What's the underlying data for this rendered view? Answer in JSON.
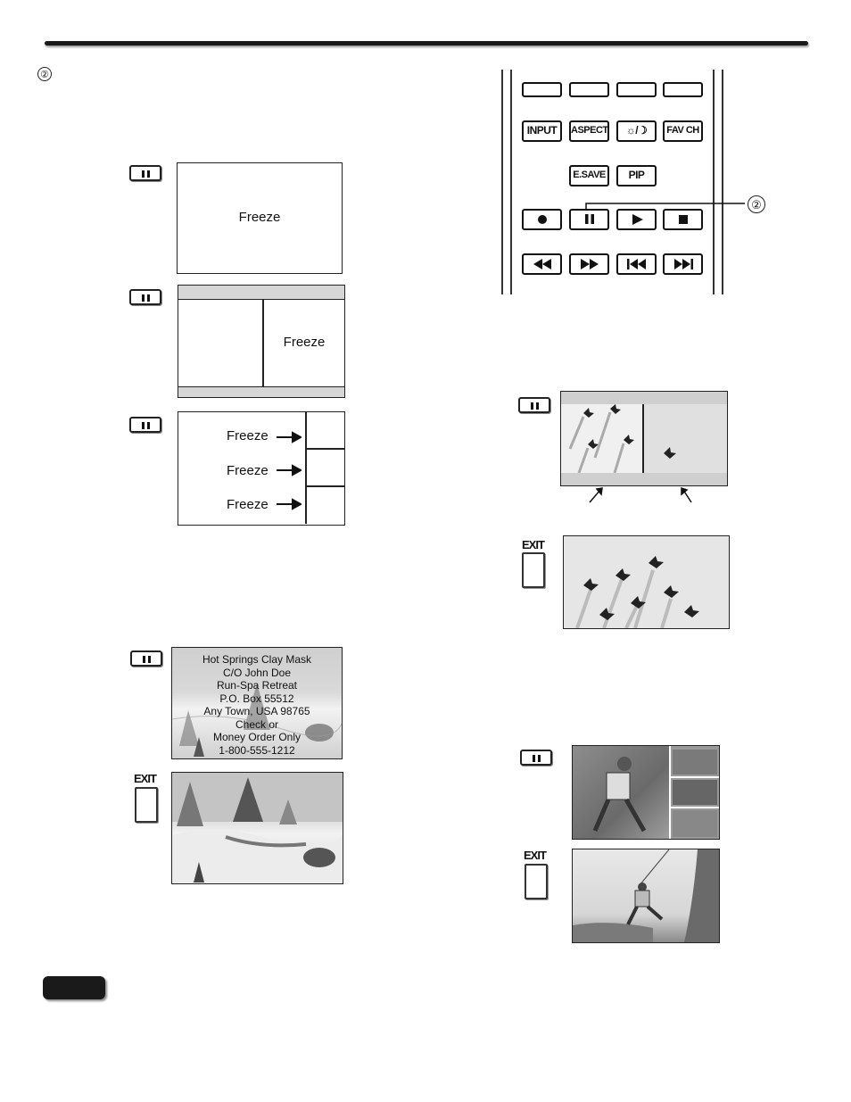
{
  "header": {
    "step_marker": "②"
  },
  "freeze_diagrams": {
    "single": {
      "label": "Freeze"
    },
    "split": {
      "label": "Freeze"
    },
    "pop": {
      "labels": [
        "Freeze",
        "Freeze",
        "Freeze"
      ]
    }
  },
  "remote": {
    "row2": [
      "INPUT",
      "ASPECT",
      "☼/☽",
      "FAV CH"
    ],
    "row3": [
      "E.SAVE",
      "PIP"
    ],
    "callout": "②"
  },
  "exit_buttons": [
    "EXIT",
    "EXIT",
    "EXIT"
  ],
  "snow_screen": {
    "lines": [
      "Hot Springs Clay Mask",
      "C/O John Doe",
      "Run-Spa Retreat",
      "P.O. Box 55512",
      "Any Town, USA 98765",
      "Check or",
      "Money Order Only",
      "1-800-555-1212"
    ]
  },
  "colors": {
    "ink": "#111111",
    "badge": "#1a1a1a"
  },
  "icons": [
    "pause-icon",
    "record-icon",
    "play-icon",
    "stop-icon",
    "rewind-icon",
    "fast-forward-icon",
    "skip-back-icon",
    "skip-forward-icon",
    "airplane-icon",
    "arrow-right-icon"
  ]
}
